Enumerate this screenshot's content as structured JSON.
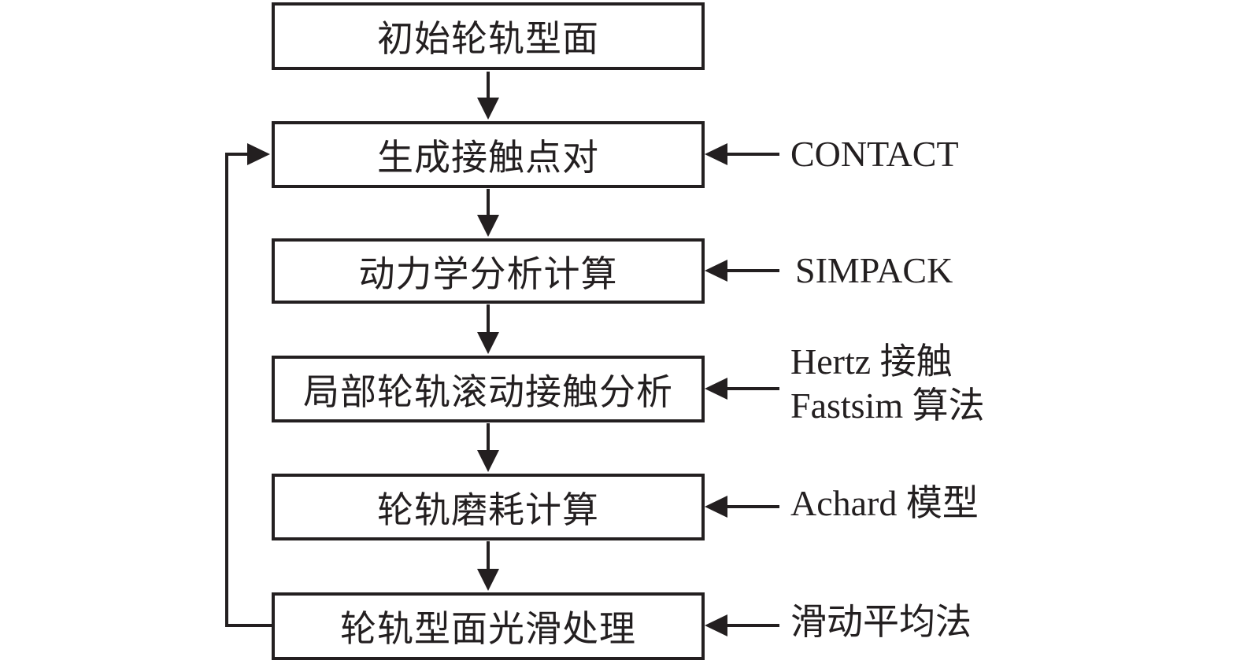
{
  "diagram": {
    "type": "flowchart",
    "steps": [
      {
        "label": "初始轮轨型面",
        "tool": null
      },
      {
        "label": "生成接触点对",
        "tool": [
          "CONTACT"
        ]
      },
      {
        "label": "动力学分析计算",
        "tool": [
          "SIMPACK"
        ]
      },
      {
        "label": "局部轮轨滚动接触分析",
        "tool": [
          "Hertz 接触",
          "Fastsim 算法"
        ]
      },
      {
        "label": "轮轨磨耗计算",
        "tool": [
          "Achard 模型"
        ]
      },
      {
        "label": "轮轨型面光滑处理",
        "tool": [
          "滑动平均法"
        ]
      }
    ],
    "edges": [
      {
        "from": 0,
        "to": 1
      },
      {
        "from": 1,
        "to": 2
      },
      {
        "from": 2,
        "to": 3
      },
      {
        "from": 3,
        "to": 4
      },
      {
        "from": 4,
        "to": 5
      },
      {
        "from": 5,
        "to": 1,
        "kind": "feedback-loop"
      }
    ],
    "colors": {
      "stroke": "#231f20",
      "background": "#ffffff"
    }
  }
}
